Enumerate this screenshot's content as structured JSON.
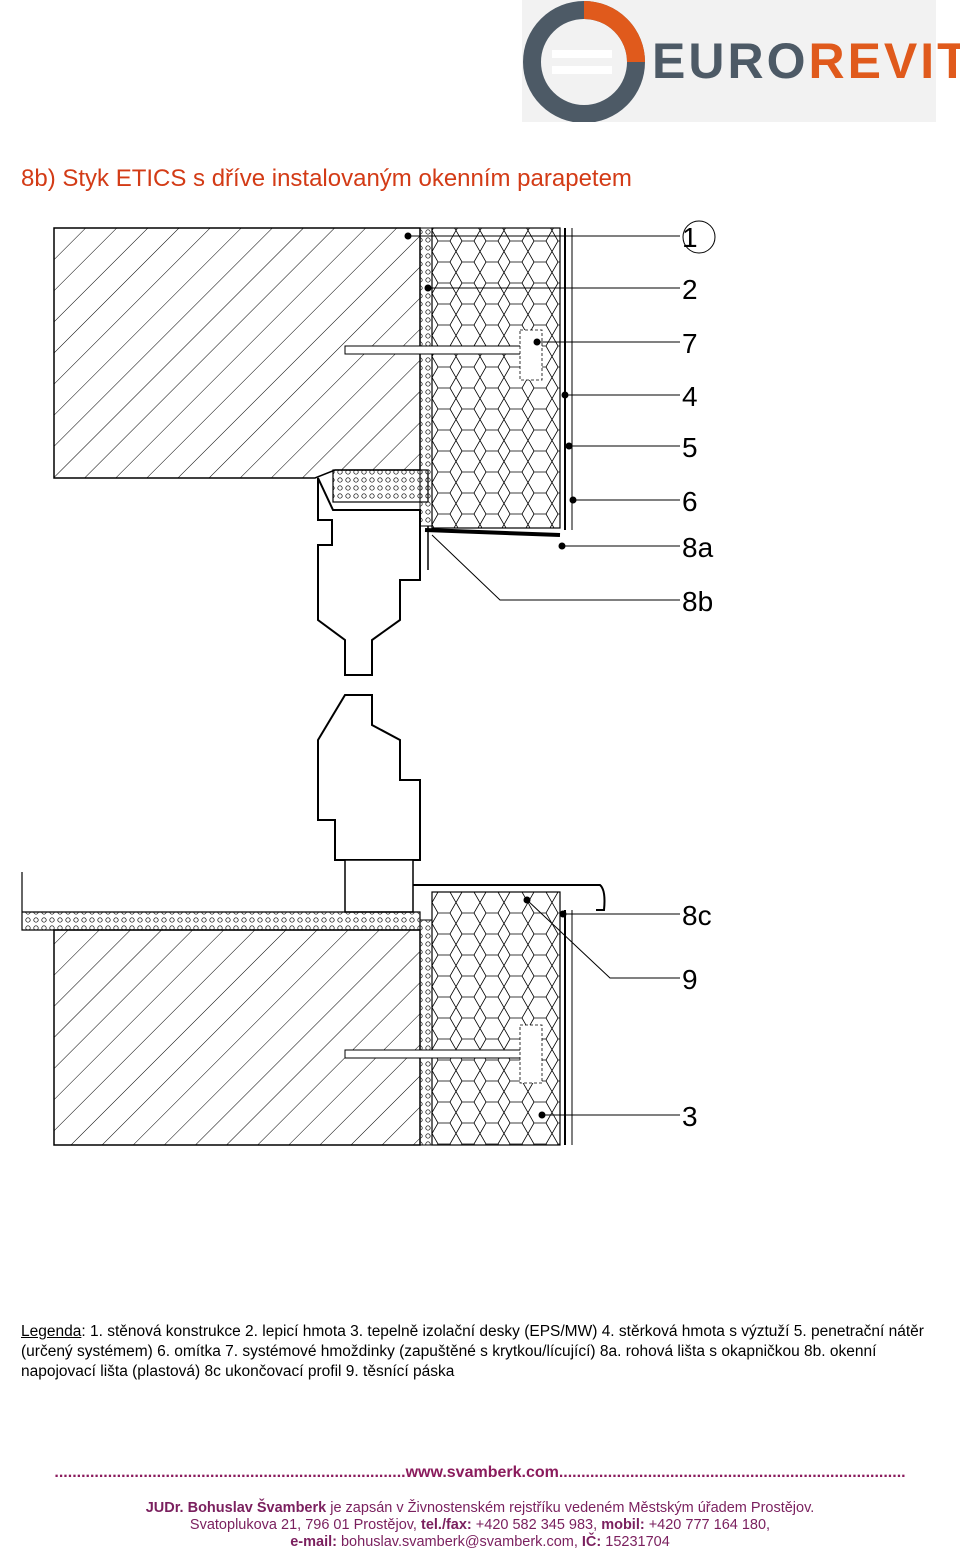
{
  "logo": {
    "text_a": "EURO",
    "text_b": "REVIT",
    "mark": "®",
    "primary_color": "#4d5a66",
    "accent_color": "#e05a1c"
  },
  "title": "8b) Styk ETICS s dříve instalovaným okenním parapetem",
  "callouts": [
    "1",
    "2",
    "7",
    "4",
    "5",
    "6",
    "8a",
    "8b",
    "8c",
    "9",
    "3"
  ],
  "legend": {
    "label": "Legenda",
    "text": ": 1. stěnová konstrukce 2. lepicí hmota 3. tepelně izolační desky (EPS/MW) 4. stěrková hmota s výztuží 5. penetrační nátěr (určený systémem) 6. omítka 7. systémové hmoždinky (zapuštěné s krytkou/lícující) 8a. rohová lišta s okapničkou 8b. okenní napojovací lišta (plastová) 8c ukončovací profil 9. těsnící páska"
  },
  "footer": {
    "dots_left": "...............................................................................",
    "site": "www.svamberk.com",
    "dots_right": "..............................................................................",
    "line1_bold": "JUDr. Bohuslav Švamberk",
    "line1_rest": " je zapsán v Živnostenském rejstříku vedeném Městským úřadem Prostějov.",
    "line2_a": "Svatoplukova 21, 796 01  Prostějov, ",
    "line2_b": "tel./fax:",
    "line2_c": " +420 582 345 983, ",
    "line2_d": "mobil:",
    "line2_e": " +420 777 164 180,",
    "line3_a": "e-mail:",
    "line3_b": " bohuslav.svamberk@svamberk.com, ",
    "line3_c": "IČ:",
    "line3_d": " 15231704"
  },
  "colors": {
    "title": "#d33b16",
    "footer": "#7a1f5e"
  }
}
